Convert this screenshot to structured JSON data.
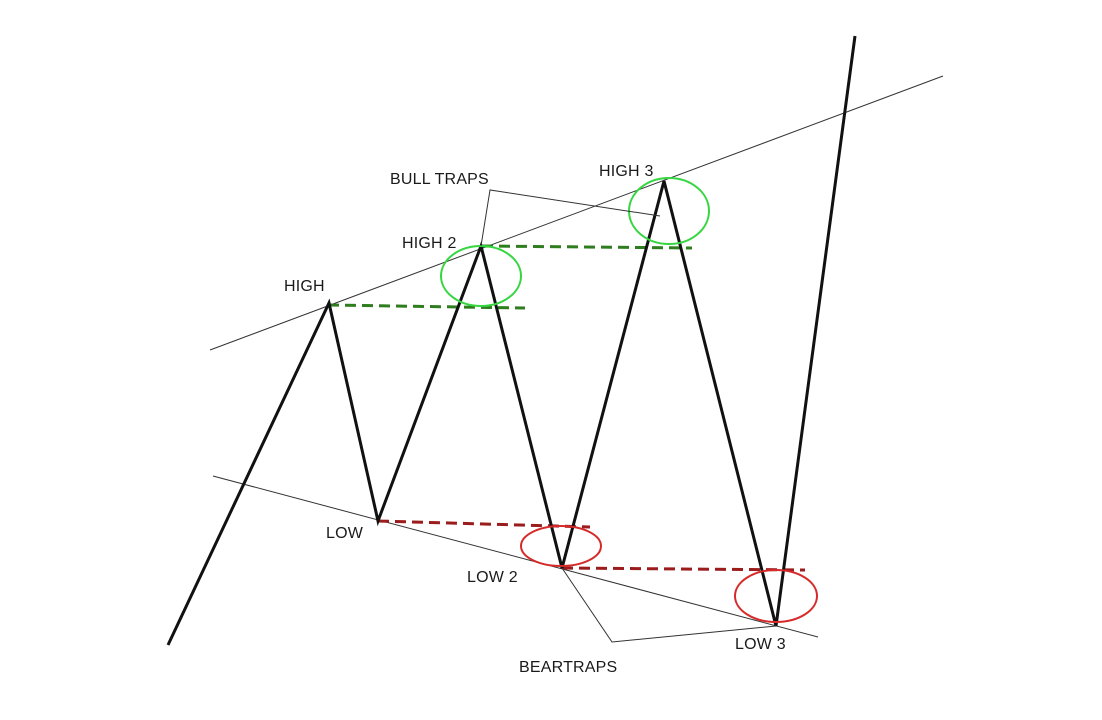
{
  "labels": {
    "high": "HIGH",
    "high2": "HIGH 2",
    "high3": "HIGH 3",
    "low": "LOW",
    "low2": "LOW 2",
    "low3": "LOW 3",
    "bull_traps": "BULL TRAPS",
    "beartraps": "BEARTRAPS"
  },
  "colors": {
    "price_line": "#111111",
    "trend_line": "#333333",
    "bull_trap": "#2e7d1e",
    "bull_circle": "#35d640",
    "bear_trap": "#9b1c1c",
    "bear_circle": "#d62a2a"
  }
}
